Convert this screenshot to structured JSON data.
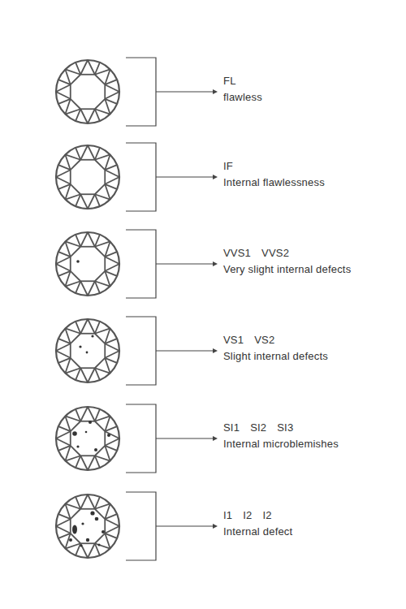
{
  "diagram": {
    "labels": [
      "FL",
      "flawless",
      "IF",
      "Internal flawlessness",
      "VVS1",
      "VVS2",
      "Very slight internal defects",
      "VS1",
      "VS2",
      "Slight internal defects",
      "SI1",
      "SI2",
      "SI3",
      "Internal microblemishes",
      "I1",
      "I2",
      "I2",
      "Internal defect"
    ]
  }
}
